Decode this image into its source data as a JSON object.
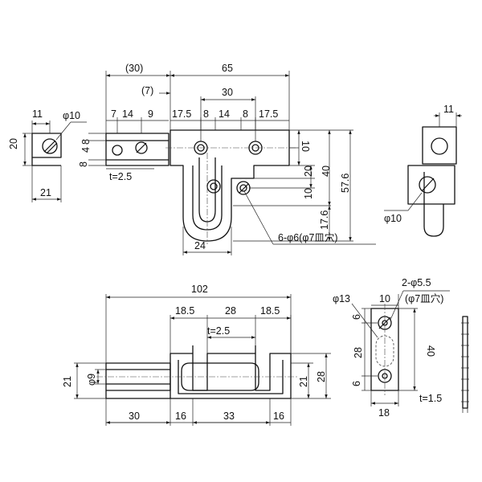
{
  "views": {
    "top_left": {
      "width_overall": "21",
      "height": "20",
      "width_top": "11",
      "hole": "φ10"
    },
    "top_front": {
      "dim_30": "(30)",
      "dim_7": "(7)",
      "dim_65": "65",
      "dim_30_inner": "30",
      "dims_left": [
        "7",
        "14",
        "9"
      ],
      "dims_right": [
        "17.5",
        "8",
        "14",
        "8",
        "17.5"
      ],
      "dim_84": "8",
      "dim_48": "4",
      "dim_8": "8",
      "thickness": "t=2.5",
      "dim_10a": "10",
      "dim_20": "20",
      "dim_10b": "10",
      "dim_40": "40",
      "dim_576": "57.6",
      "dim_176": "17.6",
      "dim_24": "24",
      "hole_note": "6-φ6(φ7皿穴)"
    },
    "top_right": {
      "dim_11": "11",
      "hole": "φ10"
    },
    "bottom_front": {
      "dim_102": "102",
      "dims_top": [
        "18.5",
        "28",
        "18.5"
      ],
      "thickness": "t=2.5",
      "dim_21_left": "21",
      "dim_phi9": "φ9",
      "dim_21_right": "21",
      "dim_28": "28",
      "dims_bottom": [
        "30",
        "16",
        "33",
        "16"
      ]
    },
    "bottom_plate": {
      "dim_phi13": "φ13",
      "dim_10": "10",
      "hole_note_1": "2-φ5.5",
      "hole_note_2": "(φ7皿穴)",
      "dim_6a": "6",
      "dim_28": "28",
      "dim_6b": "6",
      "dim_40": "40",
      "dim_18": "18",
      "thickness": "t=1.5"
    }
  }
}
